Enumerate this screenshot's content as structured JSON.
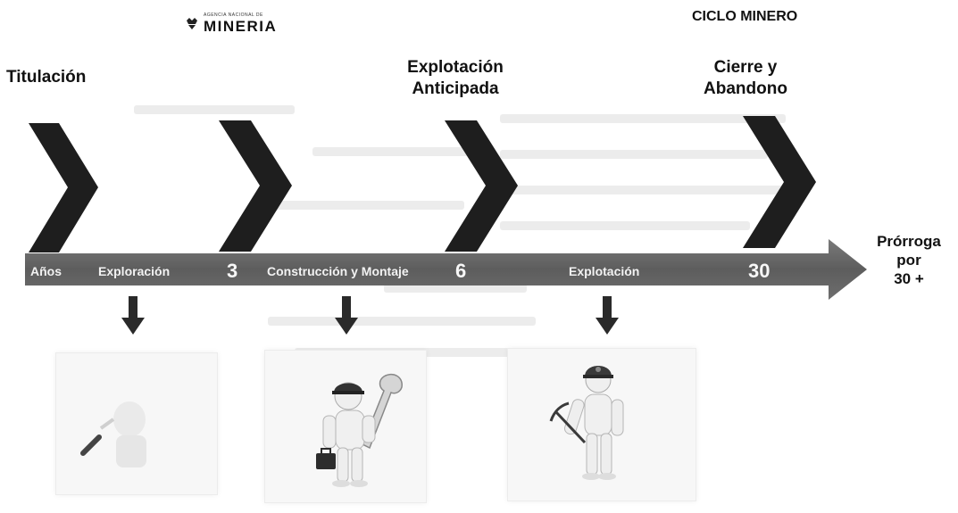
{
  "header": {
    "logo_small_text": "AGENCIA NACIONAL DE",
    "logo_text": "MINERIA",
    "cycle_title": "CICLO MINERO"
  },
  "stages": {
    "titulacion": "Titulación",
    "explotacion_anticipada_line1": "Explotación",
    "explotacion_anticipada_line2": "Anticipada",
    "cierre_line1": "Cierre y",
    "cierre_line2": "Abandono"
  },
  "timeline": {
    "anos": "Años",
    "exploracion": "Exploración",
    "year_3": "3",
    "construccion": "Construcción y Montaje",
    "year_6": "6",
    "explotacion": "Explotación",
    "year_30": "30"
  },
  "extension": {
    "line1": "Prórroga",
    "line2": "por",
    "line3": "30 +"
  },
  "colors": {
    "chevron": "#1e1e1e",
    "timeline_bar": "#6a6a6a",
    "arrow": "#2a2a2a"
  },
  "icons": [
    "exploration-figure-icon",
    "construction-worker-icon",
    "miner-worker-icon"
  ]
}
